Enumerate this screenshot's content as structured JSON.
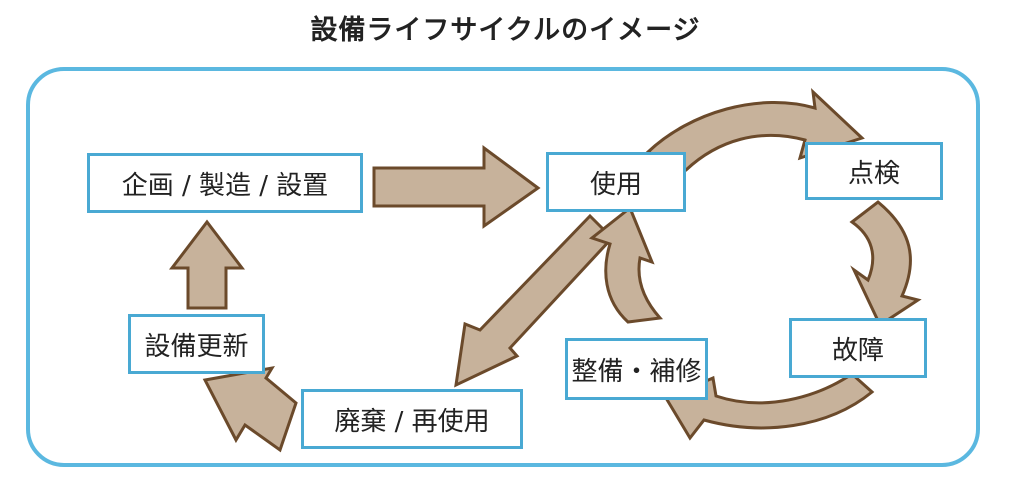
{
  "title": "設備ライフサイクルのイメージ",
  "colors": {
    "frame_border": "#5bb8e0",
    "box_border": "#49a9d3",
    "arrow_fill": "#c7b29b",
    "arrow_stroke": "#6b4a2b"
  },
  "nodes": {
    "plan": "企画 / 製造 / 設置",
    "use": "使用",
    "inspect": "点検",
    "failure": "故障",
    "maintain": "整備・補修",
    "dispose": "廃棄 / 再使用",
    "renew": "設備更新"
  }
}
